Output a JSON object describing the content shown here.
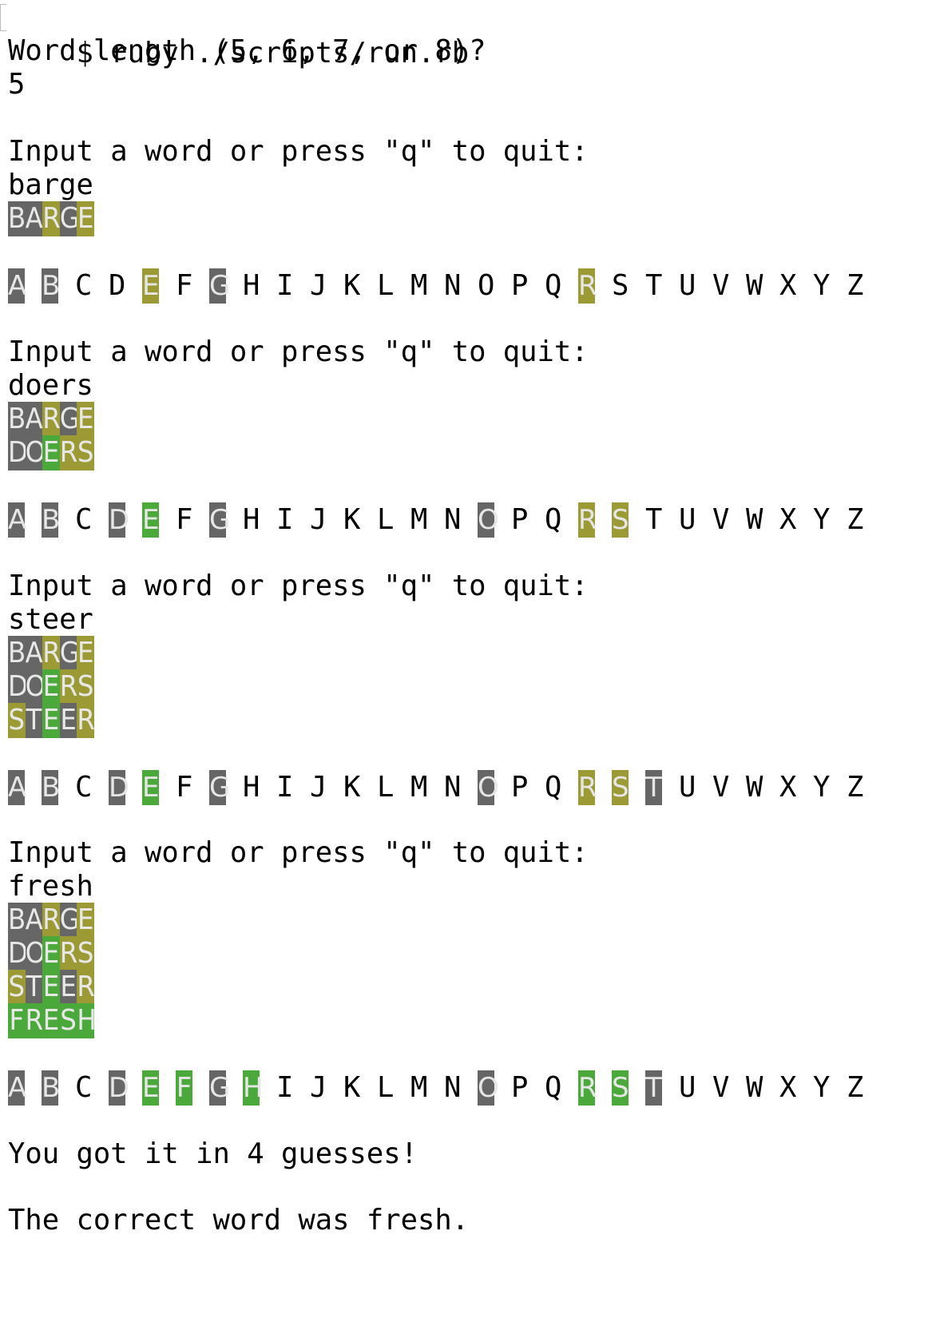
{
  "colors": {
    "absent": "#666666",
    "present": "#9b9a35",
    "correct": "#4ba83a",
    "text": "#000000",
    "tile_text": "#e8e8e8"
  },
  "terminal": {
    "command": "$ ruby ./scripts/run.rb",
    "length_prompt": "Word length (5, 6, 7, or 8)?",
    "length_answer": "5",
    "input_prompt": "Input a word or press \"q\" to quit:",
    "alphabet": [
      "A",
      "B",
      "C",
      "D",
      "E",
      "F",
      "G",
      "H",
      "I",
      "J",
      "K",
      "L",
      "M",
      "N",
      "O",
      "P",
      "Q",
      "R",
      "S",
      "T",
      "U",
      "V",
      "W",
      "X",
      "Y",
      "Z"
    ],
    "rounds": [
      {
        "input": "barge",
        "grid": [
          {
            "letters": [
              "B",
              "A",
              "R",
              "G",
              "E"
            ],
            "states": [
              "absent",
              "absent",
              "present",
              "absent",
              "present"
            ]
          }
        ],
        "keyboard": {
          "A": "absent",
          "B": "absent",
          "E": "present",
          "G": "absent",
          "R": "present"
        }
      },
      {
        "input": "doers",
        "grid": [
          {
            "letters": [
              "B",
              "A",
              "R",
              "G",
              "E"
            ],
            "states": [
              "absent",
              "absent",
              "present",
              "absent",
              "present"
            ]
          },
          {
            "letters": [
              "D",
              "O",
              "E",
              "R",
              "S"
            ],
            "states": [
              "absent",
              "absent",
              "correct",
              "present",
              "present"
            ]
          }
        ],
        "keyboard": {
          "A": "absent",
          "B": "absent",
          "D": "absent",
          "E": "correct",
          "G": "absent",
          "O": "absent",
          "R": "present",
          "S": "present"
        }
      },
      {
        "input": "steer",
        "grid": [
          {
            "letters": [
              "B",
              "A",
              "R",
              "G",
              "E"
            ],
            "states": [
              "absent",
              "absent",
              "present",
              "absent",
              "present"
            ]
          },
          {
            "letters": [
              "D",
              "O",
              "E",
              "R",
              "S"
            ],
            "states": [
              "absent",
              "absent",
              "correct",
              "present",
              "present"
            ]
          },
          {
            "letters": [
              "S",
              "T",
              "E",
              "E",
              "R"
            ],
            "states": [
              "present",
              "absent",
              "correct",
              "absent",
              "present"
            ]
          }
        ],
        "keyboard": {
          "A": "absent",
          "B": "absent",
          "D": "absent",
          "E": "correct",
          "G": "absent",
          "O": "absent",
          "R": "present",
          "S": "present",
          "T": "absent"
        }
      },
      {
        "input": "fresh",
        "grid": [
          {
            "letters": [
              "B",
              "A",
              "R",
              "G",
              "E"
            ],
            "states": [
              "absent",
              "absent",
              "present",
              "absent",
              "present"
            ]
          },
          {
            "letters": [
              "D",
              "O",
              "E",
              "R",
              "S"
            ],
            "states": [
              "absent",
              "absent",
              "correct",
              "present",
              "present"
            ]
          },
          {
            "letters": [
              "S",
              "T",
              "E",
              "E",
              "R"
            ],
            "states": [
              "present",
              "absent",
              "correct",
              "absent",
              "present"
            ]
          },
          {
            "letters": [
              "F",
              "R",
              "E",
              "S",
              "H"
            ],
            "states": [
              "correct",
              "correct",
              "correct",
              "correct",
              "correct"
            ]
          }
        ],
        "keyboard": {
          "A": "absent",
          "B": "absent",
          "D": "absent",
          "E": "correct",
          "F": "correct",
          "G": "absent",
          "H": "correct",
          "O": "absent",
          "R": "correct",
          "S": "correct",
          "T": "absent"
        }
      }
    ],
    "result_message": "You got it in 4 guesses!",
    "final_message": "The correct word was fresh."
  }
}
